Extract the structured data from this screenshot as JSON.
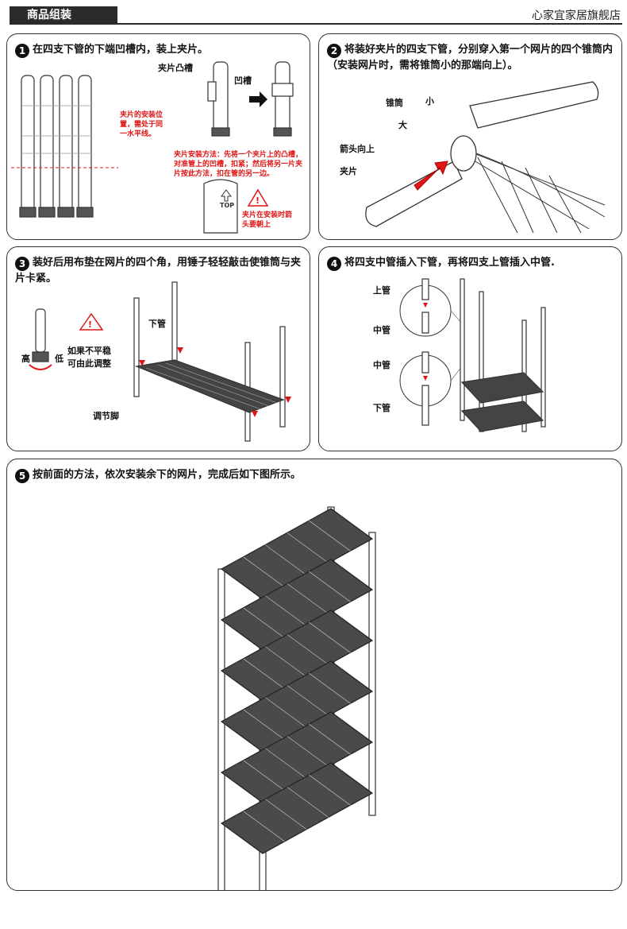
{
  "header": {
    "tab_label": "商品组装",
    "store_name": "心家宜家居旗舰店"
  },
  "steps": [
    {
      "number": "1",
      "title": "在四支下管的下端凹槽内，装上夹片。",
      "labels": {
        "clip_bump": "夹片凸槽",
        "groove": "凹槽"
      },
      "red_note_position": "夹片的安装位置，需处于同一水平线。",
      "red_note_method": "夹片安装方法：先将一个夹片上的凸槽，对准管上的凹槽，扣紧；然后将另一片夹片按此方法，扣在管的另一边。",
      "clip_top_text": "TOP",
      "red_note_arrow": "夹片在安装时箭头要朝上"
    },
    {
      "number": "2",
      "title": "将装好夹片的四支下管，分别穿入第一个网片的四个锥筒内（安装网片时，需将锥筒小的那端向上）。",
      "labels": {
        "cone": "锥筒",
        "small": "小",
        "large": "大",
        "arrow_up": "箭头向上",
        "clip": "夹片"
      }
    },
    {
      "number": "3",
      "title": "装好后用布垫在网片的四个角，用锤子轻轻敲击使锥筒与夹片卡紧。",
      "labels": {
        "high": "高",
        "low": "低",
        "uneven": "如果不平稳",
        "adjust": "可由此调整",
        "lower_tube": "下管",
        "foot": "调节脚"
      }
    },
    {
      "number": "4",
      "title": "将四支中管插入下管，再将四支上管插入中管.",
      "labels": {
        "upper": "上管",
        "middle_1": "中管",
        "middle_2": "中管",
        "lower": "下管"
      }
    },
    {
      "number": "5",
      "title": "按前面的方法，依次安装余下的网片，完成后如下图所示。"
    }
  ],
  "colors": {
    "header_bg": "#2b2b2b",
    "accent_red": "#e01515",
    "line": "#333333"
  }
}
